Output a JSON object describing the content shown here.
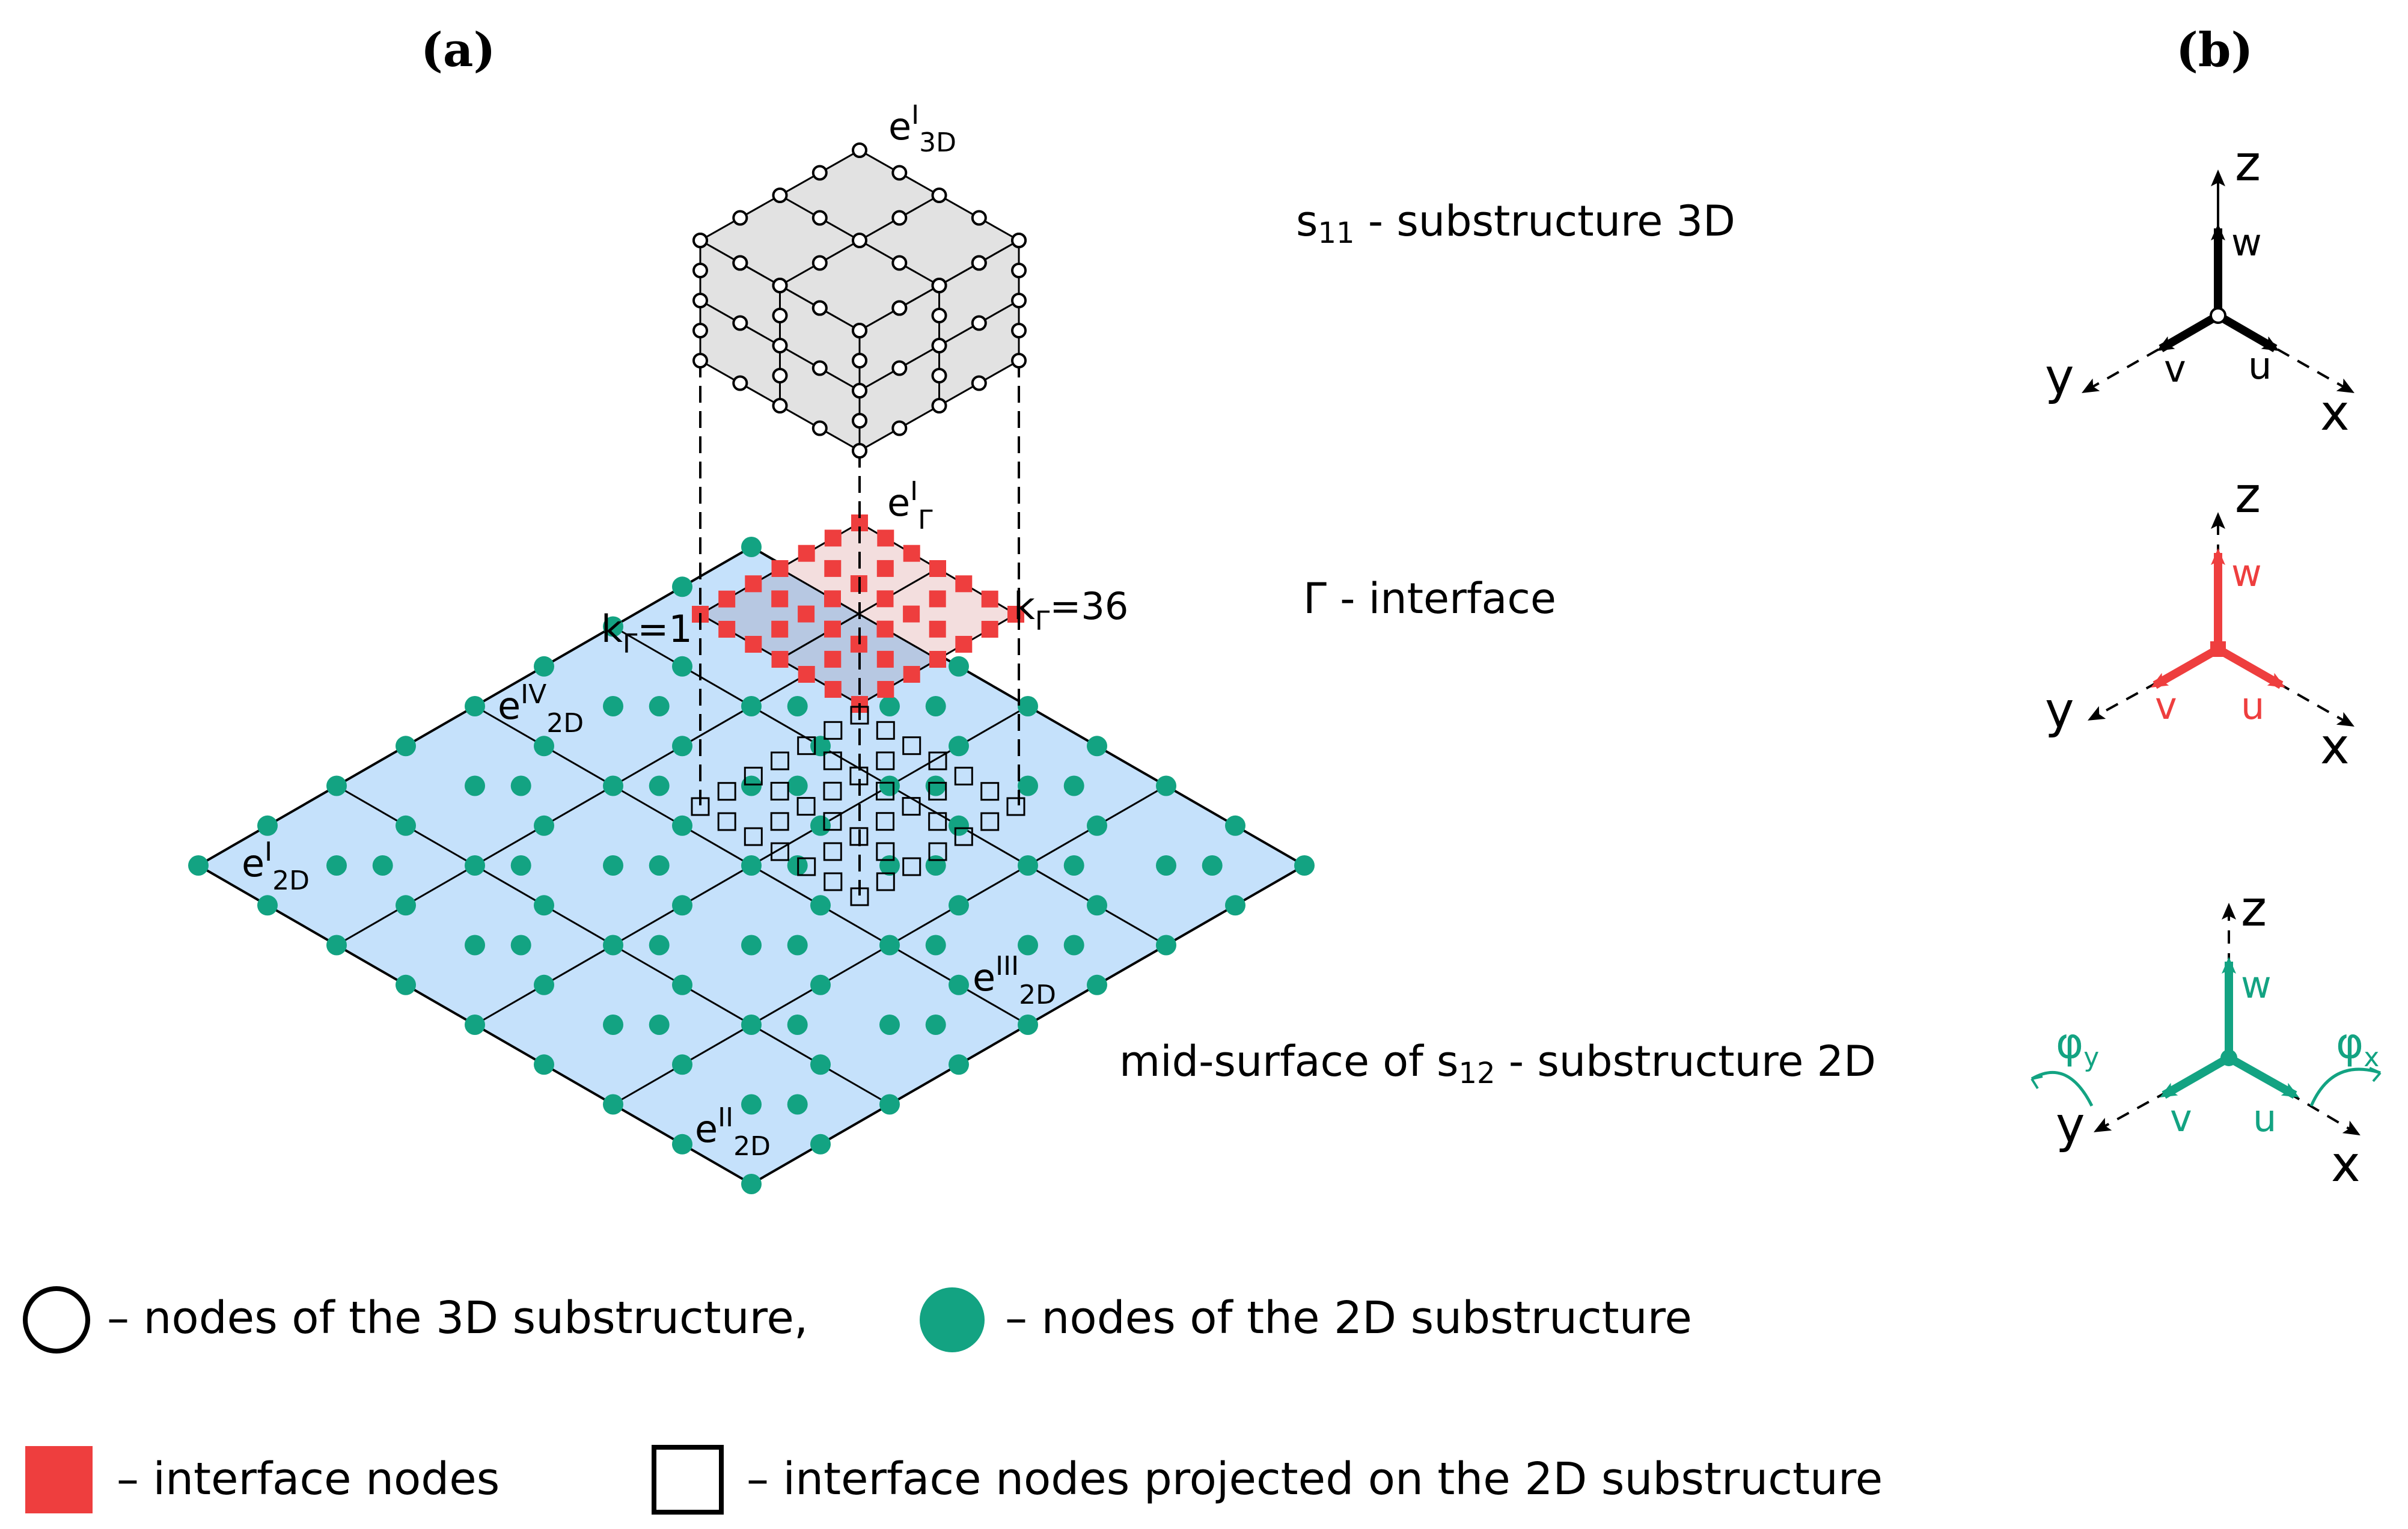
{
  "panels": {
    "a": "(a)",
    "b": "(b)"
  },
  "labels": {
    "e3d": {
      "base": "e",
      "sup": "I",
      "sub": "3D"
    },
    "eGamma": {
      "base": "e",
      "sup": "I",
      "sub": "Γ"
    },
    "k1": {
      "base": "k",
      "sub": "Γ",
      "rest": "=1"
    },
    "k36": {
      "base": "k",
      "sub": "Γ",
      "rest": "=36"
    },
    "e2dI": {
      "base": "e",
      "sup": "I",
      "sub": "2D"
    },
    "e2dII": {
      "base": "e",
      "sup": "II",
      "sub": "2D"
    },
    "e2dIII": {
      "base": "e",
      "sup": "III",
      "sub": "2D"
    },
    "e2dIV": {
      "base": "e",
      "sup": "IV",
      "sub": "2D"
    }
  },
  "descriptions": {
    "s11": {
      "pre": "s",
      "sub": "11",
      "post": " - substructure 3D"
    },
    "gamma": "Γ - interface",
    "s12": {
      "pre": "mid-surface of s",
      "sub": "12",
      "post": " - substructure 2D"
    }
  },
  "axes": {
    "z": "z",
    "y": "y",
    "x": "x",
    "w": "w",
    "v": "v",
    "u": "u",
    "phi_y": {
      "base": "φ",
      "sub": "y"
    },
    "phi_x": {
      "base": "φ",
      "sub": "x"
    }
  },
  "legend": {
    "nodes3d": "– nodes of the 3D substructure,",
    "nodes2d": "–  nodes of the 2D substructure",
    "interface": "–  interface nodes",
    "projected": "– interface nodes projected on the 2D substructure"
  },
  "colors": {
    "green": "#13a382",
    "red": "#ee3e3e",
    "blue_fill": "#c5e1fb",
    "gray_fill": "#e2e2e2",
    "pink_fill": "#f3dede"
  }
}
